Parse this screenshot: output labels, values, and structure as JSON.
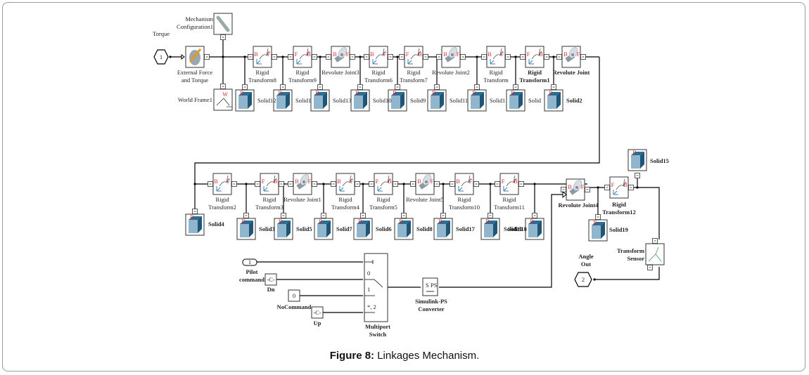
{
  "figure": {
    "caption_bold": "Figure 8:",
    "caption_text": " Linkages Mechanism."
  },
  "diagram": {
    "inports": [
      {
        "id": "torque",
        "number": "1",
        "label": "Torque"
      },
      {
        "id": "pilot",
        "number": "1",
        "label": "Pilot command"
      }
    ],
    "outports": [
      {
        "id": "angle",
        "number": "2",
        "label": "Angle Out"
      }
    ],
    "top_row": {
      "config": "Mechanism Configuration1",
      "force": "External Force and Torque",
      "world": "World Frame1",
      "chain": [
        {
          "type": "rigid",
          "label": "Rigid Transform8",
          "ports": [
            "B",
            "F"
          ],
          "solid": "Solid12"
        },
        {
          "type": "rigid",
          "label": "Rigid Transform9",
          "ports": [
            "F",
            "B"
          ],
          "solid": "Solid1"
        },
        {
          "type": "revolute",
          "label": "Revolute Joint3",
          "ports": [
            "B",
            "F"
          ],
          "solid": "Solid13"
        },
        {
          "type": "rigid",
          "label": "Rigid Transform6",
          "ports": [
            "B",
            "F"
          ],
          "solid": "Solid10"
        },
        {
          "type": "rigid",
          "label": "Rigid Transform7",
          "ports": [
            "F",
            "B"
          ],
          "solid": "Solid9"
        },
        {
          "type": "revolute",
          "label": "Revolute Joint2",
          "ports": [
            "B",
            "F"
          ],
          "solid": "Solid11"
        },
        {
          "type": "rigid",
          "label": "Rigid Transform",
          "ports": [
            "B",
            "F"
          ],
          "solid": "Solid1"
        },
        {
          "type": "rigid",
          "label": "Rigid Transform1",
          "ports": [
            "F",
            "B"
          ],
          "solid": "Solid"
        },
        {
          "type": "revolute",
          "label": "Revolute Joint",
          "ports": [
            "B",
            "F"
          ],
          "solid": "Solid2"
        }
      ]
    },
    "bottom_row": {
      "first_solid": "Solid4",
      "chain": [
        {
          "type": "rigid",
          "label": "Rigid Transform2",
          "ports": [
            "B",
            "F"
          ],
          "solid": "Solid3"
        },
        {
          "type": "rigid",
          "label": "Rigid Transform3",
          "ports": [
            "F",
            "B"
          ],
          "solid": "Solid5"
        },
        {
          "type": "revolute",
          "label": "Revolute Joint1",
          "ports": [
            "B",
            "F"
          ],
          "solid": "Solid7"
        },
        {
          "type": "rigid",
          "label": "Rigid Transform4",
          "ports": [
            "B",
            "F"
          ],
          "solid": "Solid6"
        },
        {
          "type": "rigid",
          "label": "Rigid Transform5",
          "ports": [
            "F",
            "B"
          ],
          "solid": "Solid8"
        },
        {
          "type": "revolute",
          "label": "Revolute Joint5",
          "ports": [
            "B",
            "F"
          ],
          "solid": "Solid17"
        },
        {
          "type": "rigid",
          "label": "Rigid Transform10",
          "ports": [
            "B",
            "F"
          ],
          "solid": "Solid16"
        },
        {
          "type": "rigid",
          "label": "Rigid Transform11",
          "ports": [
            "F",
            "B"
          ],
          "solid": "Solid18"
        }
      ],
      "overlap_label": "Solid16/Solid18",
      "revolute4": "Revolute Joint4",
      "rigid12": "Rigid Transform12",
      "solid19": "Solid19",
      "solid15": "Solid15",
      "sensor": "Transform Sensor"
    },
    "control": {
      "dn": {
        "value": "-C-",
        "label": "Dn"
      },
      "nocommand": {
        "value": "0",
        "label": "NoCommand"
      },
      "up": {
        "value": "-C-",
        "label": "Up"
      },
      "switch": {
        "label": "Multiport Switch",
        "ports": [
          "0",
          "1",
          "*, 2"
        ]
      },
      "converter": {
        "label": "Simulink-PS Converter",
        "in": "S",
        "out": "PS"
      }
    }
  }
}
